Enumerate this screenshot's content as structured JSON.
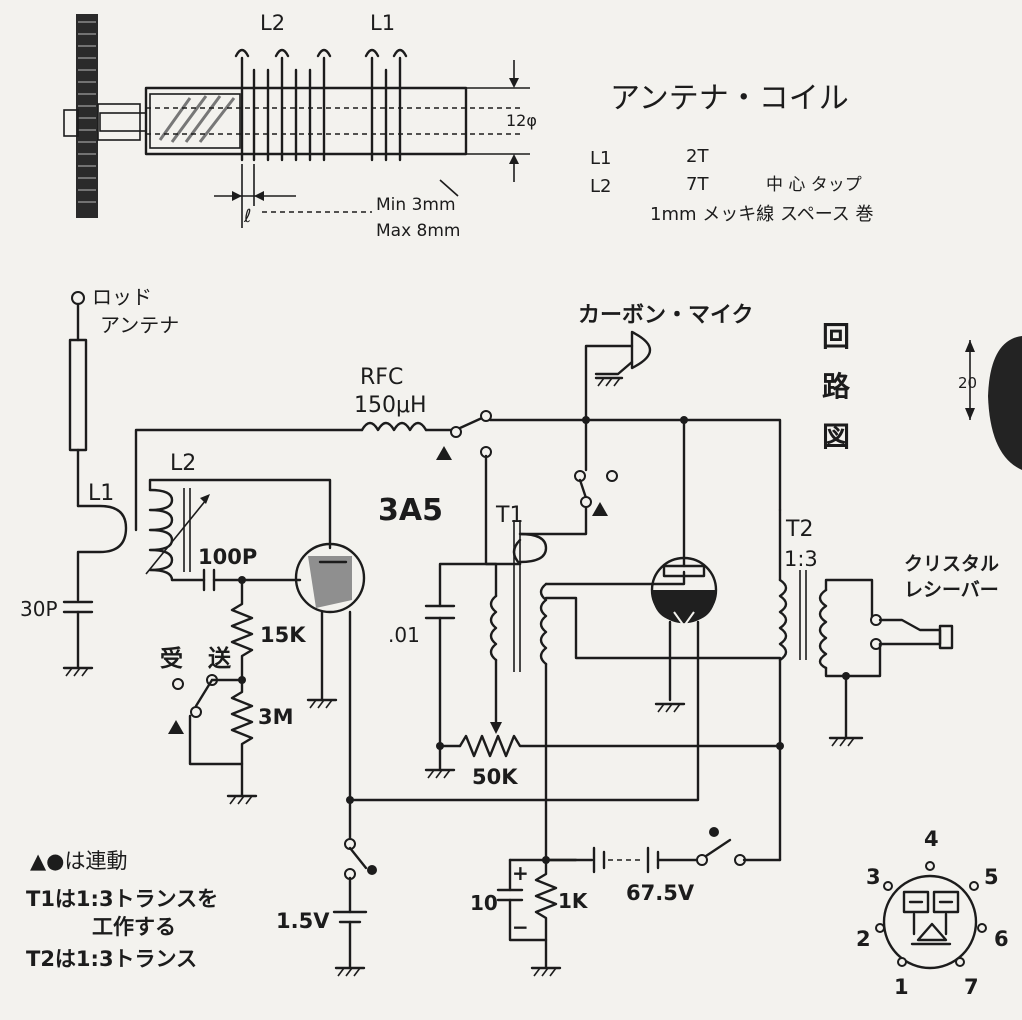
{
  "coil_figure": {
    "title": "アンテナ・コイル",
    "label_l2": "L2",
    "label_l1": "L1",
    "diameter": "12φ",
    "gap_symbol": "ℓ",
    "gap_min": "Min 3mm",
    "gap_max": "Max 8mm",
    "spec_l1_name": "L1",
    "spec_l1_value": "2T",
    "spec_l2_name": "L2",
    "spec_l2_value": "7T",
    "spec_l2_note": "中 心 タップ",
    "wire_note": "1mm メッキ線 スペース 巻"
  },
  "diagram_title": [
    "回",
    "路",
    "図"
  ],
  "side_dimension": "20",
  "schematic": {
    "antenna_line1": "ロッド",
    "antenna_line2": "アンテナ",
    "l1": "L1",
    "l2": "L2",
    "c_30p": "30P",
    "c_100p": "100P",
    "r_15k": "15K",
    "r_3m": "3M",
    "switch_receive": "受",
    "switch_send": "送",
    "rfc_name": "RFC",
    "rfc_value": "150μH",
    "tube": "3A5",
    "mic": "カーボン・マイク",
    "t1": "T1",
    "c_01": ".01",
    "r_50k": "50K",
    "t2": "T2",
    "t2_ratio": "1:3",
    "receiver_line1": "クリスタル",
    "receiver_line2": "レシーバー",
    "battery_a": "1.5V",
    "battery_b": "67.5V",
    "c_10": "10",
    "r_1k": "1K",
    "plus": "+",
    "minus": "−"
  },
  "notes": {
    "line1": "▲●は連動",
    "line2": "T1は1:3トランスを",
    "line3": "工作する",
    "line4": "T2は1:3トランス"
  },
  "pinout": [
    "1",
    "2",
    "3",
    "4",
    "5",
    "6",
    "7"
  ]
}
